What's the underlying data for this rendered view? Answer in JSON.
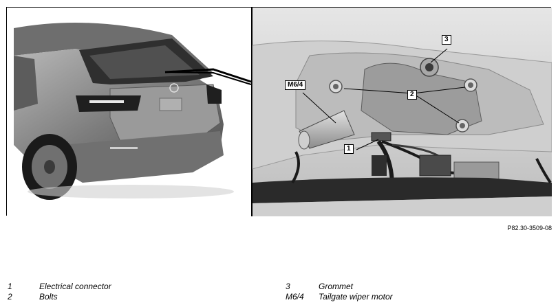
{
  "figure": {
    "callouts": {
      "c1": "1",
      "c2": "2",
      "c3": "3",
      "m64": "M6/4"
    },
    "reference_code": "P82.30-3509-08"
  },
  "legend": [
    {
      "key": "1",
      "text": "Electrical connector"
    },
    {
      "key": "2",
      "text": "Bolts"
    },
    {
      "key": "3",
      "text": "Grommet"
    },
    {
      "key": "M6/4",
      "text": "Tailgate wiper motor"
    }
  ],
  "colors": {
    "frame": "#000000",
    "panel_bg": "#d9d9d9",
    "car_body": "#8a8a8a",
    "car_dark": "#3a3a3a"
  }
}
